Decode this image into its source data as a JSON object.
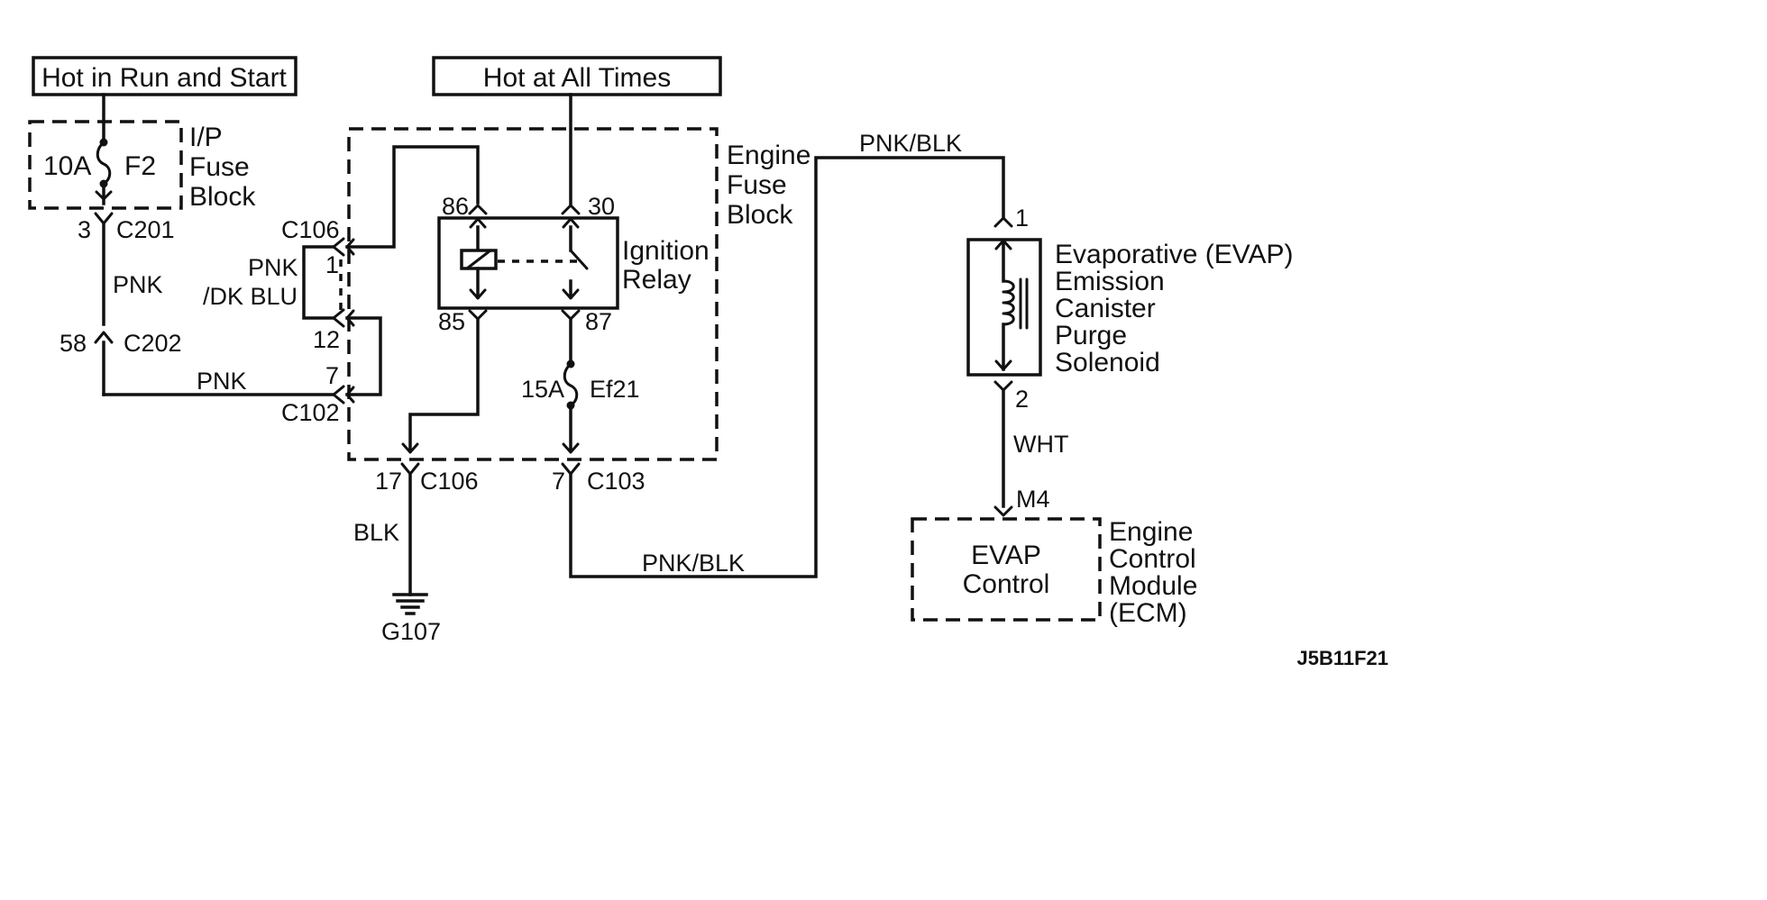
{
  "power": {
    "run_start": "Hot in Run and Start",
    "all_times": "Hot at All Times"
  },
  "ip_fuse": {
    "amps": "10A",
    "id": "F2",
    "block_label": [
      "I/P",
      "Fuse",
      "Block"
    ]
  },
  "engine_fuse_block": {
    "label": [
      "Engine",
      "Fuse",
      "Block"
    ]
  },
  "relay": {
    "label": [
      "Ignition",
      "Relay"
    ],
    "pin_86": "86",
    "pin_30": "30",
    "pin_85": "85",
    "pin_87": "87"
  },
  "fuse_ef21": {
    "amps": "15A",
    "id": "Ef21"
  },
  "connectors": {
    "c201_pin": "3",
    "c201": "C201",
    "c202_pin": "58",
    "c202": "C202",
    "c106_top": "C106",
    "c106_pin1": "1",
    "c106_pin12": "12",
    "c102_pin": "7",
    "c102": "C102",
    "c106_bot_pin": "17",
    "c106_bot": "C106",
    "c103_pin": "7",
    "c103": "C103",
    "solenoid_pin1": "1",
    "solenoid_pin2": "2",
    "ecm_pin": "M4"
  },
  "wires": {
    "pnk_vertical": "PNK",
    "pnk_horizontal": "PNK",
    "pnk_dkblu_1": "PNK",
    "pnk_dkblu_2": "/DK BLU",
    "blk": "BLK",
    "pnk_blk_bottom": "PNK/BLK",
    "pnk_blk_top": "PNK/BLK",
    "wht": "WHT"
  },
  "ground": "G107",
  "solenoid": {
    "label": [
      "Evaporative (EVAP)",
      "Emission",
      "Canister",
      "Purge",
      "Solenoid"
    ]
  },
  "ecm": {
    "inner": [
      "EVAP",
      "Control"
    ],
    "label": [
      "Engine",
      "Control",
      "Module",
      "(ECM)"
    ]
  },
  "figure_id": "J5B11F21"
}
